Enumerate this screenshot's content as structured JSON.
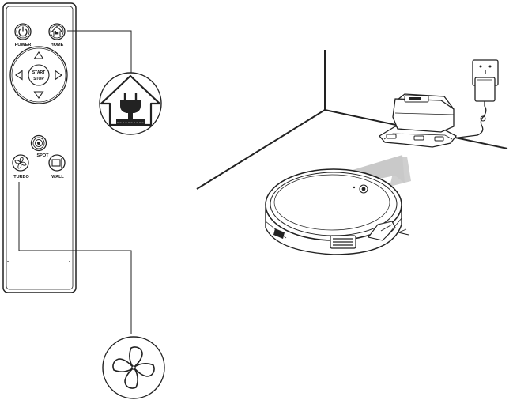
{
  "remote": {
    "power_label": "POWER",
    "home_label": "HOME",
    "start_label": "START",
    "stop_label": "STOP",
    "spot_label": "SPOT",
    "turbo_label": "TURBO",
    "wall_label": "WALL"
  },
  "callouts": {
    "home_icon": "house-with-plug-icon",
    "turbo_icon": "fan-icon"
  }
}
